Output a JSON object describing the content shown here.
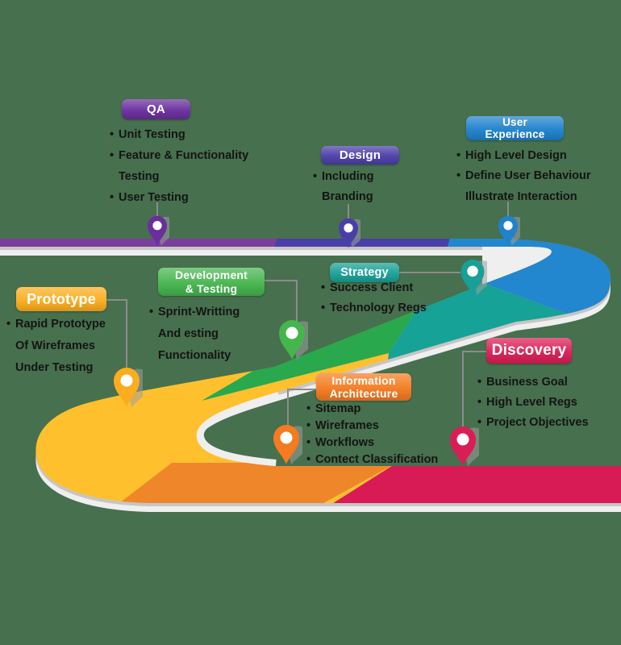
{
  "background": "#47704E",
  "road": {
    "rim_light": "#EFEFEF",
    "rim_dark": "#C6C6C6",
    "connector_color": "#8C8C8C",
    "segments": {
      "purple": "#7B3F9B",
      "indigo": "#4A3FA8",
      "blue": "#2287CE",
      "teal": "#16A296",
      "green": "#29A84E",
      "yellow": "#FFC02E",
      "orange": "#F0862A",
      "crimson": "#D81B55"
    }
  },
  "pin_shadow_color": "#9E9E9E",
  "stages": [
    {
      "id": "qa",
      "label": "QA",
      "color": "#6B2E9E",
      "items": [
        {
          "bullet": true,
          "text": "Unit Testing"
        },
        {
          "bullet": true,
          "text": "Feature & Functionality"
        },
        {
          "bullet": false,
          "text": "Testing"
        },
        {
          "bullet": true,
          "text": "User Testing"
        }
      ]
    },
    {
      "id": "design",
      "label": "Design",
      "color": "#4A3FA8",
      "items": [
        {
          "bullet": true,
          "text": "Including"
        },
        {
          "bullet": false,
          "text": "Branding"
        }
      ]
    },
    {
      "id": "user-experience",
      "label": "User\nExperience",
      "color": "#1E82CC",
      "items": [
        {
          "bullet": true,
          "text": "High Level Design"
        },
        {
          "bullet": true,
          "text": "Define User Behaviour"
        },
        {
          "bullet": false,
          "text": "Illustrate Interaction"
        }
      ]
    },
    {
      "id": "prototype",
      "label": "Prototype",
      "color": "#FBAD1E",
      "items": [
        {
          "bullet": true,
          "text": "Rapid Prototype"
        },
        {
          "bullet": false,
          "text": "Of Wireframes"
        },
        {
          "bullet": false,
          "text": "Under Testing"
        }
      ]
    },
    {
      "id": "development-testing",
      "label": "Development\n& Testing",
      "color": "#45B54D",
      "items": [
        {
          "bullet": true,
          "text": "Sprint-Writting"
        },
        {
          "bullet": false,
          "text": "And esting"
        },
        {
          "bullet": false,
          "text": "Functionality"
        }
      ]
    },
    {
      "id": "strategy",
      "label": "Strategy",
      "color": "#18A096",
      "items": [
        {
          "bullet": true,
          "text": "Success Client"
        },
        {
          "bullet": true,
          "text": "Technology Regs"
        }
      ]
    },
    {
      "id": "information-architecture",
      "label": "Information\nArchitecture",
      "color": "#F47B20",
      "items": [
        {
          "bullet": true,
          "text": "Sitemap"
        },
        {
          "bullet": true,
          "text": "Wireframes"
        },
        {
          "bullet": true,
          "text": "Workflows"
        },
        {
          "bullet": true,
          "text": "Contect Classification"
        }
      ]
    },
    {
      "id": "discovery",
      "label": "Discovery",
      "color": "#DA1E55",
      "items": [
        {
          "bullet": true,
          "text": "Business Goal"
        },
        {
          "bullet": true,
          "text": "High Level Regs"
        },
        {
          "bullet": true,
          "text": "Project Objectives"
        }
      ]
    }
  ]
}
